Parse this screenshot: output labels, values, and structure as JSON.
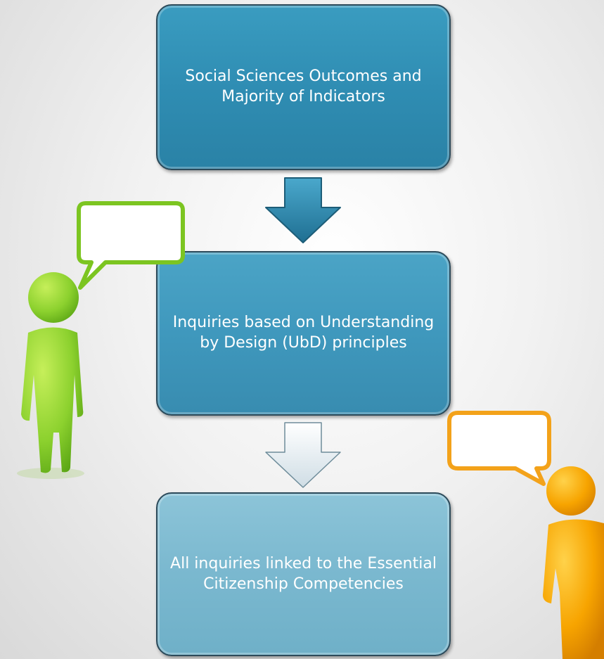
{
  "flow": {
    "steps": [
      "Social Sciences Outcomes and Majority of Indicators",
      "Inquiries based on Understanding by Design (UbD) principles",
      "All inquiries linked to the Essential Citizenship Competencies"
    ]
  },
  "colors": {
    "box1": "#2f8db3",
    "box2": "#3f98bd",
    "box3": "#7ab8cf",
    "arrow_filled": "#2f8db3",
    "arrow_outline": "#dde8ee",
    "figure_green": "#8cd12e",
    "figure_orange": "#f7a400"
  },
  "icons": [
    "green-person-figure",
    "green-speech-bubble",
    "orange-person-figure",
    "orange-speech-bubble",
    "down-arrow"
  ]
}
